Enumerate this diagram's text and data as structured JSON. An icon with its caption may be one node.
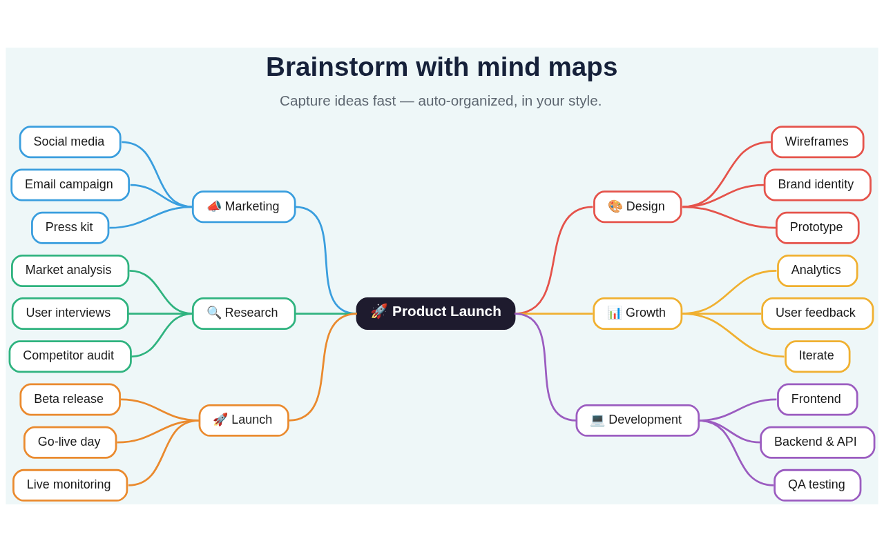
{
  "diagram": {
    "title": "Brainstorm with mind maps",
    "caption": "Capture ideas fast — auto-organized, in your style.",
    "nodes": [
      {
        "text": [
          "🚀 Product Launch"
        ]
      },
      {
        "text": [
          "📣 Marketing"
        ]
      },
      {
        "text": [
          "Social media"
        ]
      },
      {
        "text": [
          "Email campaign"
        ]
      },
      {
        "text": [
          "Press kit"
        ]
      },
      {
        "text": [
          "🔍 Research"
        ]
      },
      {
        "text": [
          "Market analysis"
        ]
      },
      {
        "text": [
          "User interviews"
        ]
      },
      {
        "text": [
          "Competitor audit"
        ]
      },
      {
        "text": [
          "🚀 Launch"
        ]
      },
      {
        "text": [
          "Beta release"
        ]
      },
      {
        "text": [
          "Go-live day"
        ]
      },
      {
        "text": [
          "Live monitoring"
        ]
      },
      {
        "text": [
          "🎨 Design"
        ]
      },
      {
        "text": [
          "Wireframes"
        ]
      },
      {
        "text": [
          "Brand identity"
        ]
      },
      {
        "text": [
          "Prototype"
        ]
      },
      {
        "text": [
          "📊 Growth"
        ]
      },
      {
        "text": [
          "Analytics"
        ]
      },
      {
        "text": [
          "User feedback"
        ]
      },
      {
        "text": [
          "Iterate"
        ]
      },
      {
        "text": [
          "💻 Development"
        ]
      },
      {
        "text": [
          "Frontend"
        ]
      },
      {
        "text": [
          "Backend & API"
        ]
      },
      {
        "text": [
          "QA testing"
        ]
      }
    ],
    "edges": [
      {
        "from": 1,
        "to": 0,
        "arrow": "none",
        "color": "#3a9ede"
      },
      {
        "from": 2,
        "to": 1,
        "arrow": "none",
        "color": "#3a9ede"
      },
      {
        "from": 3,
        "to": 1,
        "arrow": "none",
        "color": "#3a9ede"
      },
      {
        "from": 4,
        "to": 1,
        "arrow": "none",
        "color": "#3a9ede"
      },
      {
        "from": 5,
        "to": 0,
        "arrow": "none",
        "color": "#2fb37f"
      },
      {
        "from": 6,
        "to": 5,
        "arrow": "none",
        "color": "#2fb37f"
      },
      {
        "from": 7,
        "to": 5,
        "arrow": "none",
        "color": "#2fb37f"
      },
      {
        "from": 8,
        "to": 5,
        "arrow": "none",
        "color": "#2fb37f"
      },
      {
        "from": 9,
        "to": 0,
        "arrow": "none",
        "color": "#ea8a2e"
      },
      {
        "from": 10,
        "to": 9,
        "arrow": "none",
        "color": "#ea8a2e"
      },
      {
        "from": 11,
        "to": 9,
        "arrow": "none",
        "color": "#ea8a2e"
      },
      {
        "from": 12,
        "to": 9,
        "arrow": "none",
        "color": "#ea8a2e"
      },
      {
        "from": 0,
        "to": 13,
        "arrow": "none",
        "color": "#e5534b"
      },
      {
        "from": 13,
        "to": 14,
        "arrow": "none",
        "color": "#e5534b"
      },
      {
        "from": 13,
        "to": 15,
        "arrow": "none",
        "color": "#e5534b"
      },
      {
        "from": 13,
        "to": 16,
        "arrow": "none",
        "color": "#e5534b"
      },
      {
        "from": 0,
        "to": 17,
        "arrow": "none",
        "color": "#f0b030"
      },
      {
        "from": 17,
        "to": 18,
        "arrow": "none",
        "color": "#f0b030"
      },
      {
        "from": 17,
        "to": 19,
        "arrow": "none",
        "color": "#f0b030"
      },
      {
        "from": 17,
        "to": 20,
        "arrow": "none",
        "color": "#f0b030"
      },
      {
        "from": 0,
        "to": 21,
        "arrow": "none",
        "color": "#9b5cc0"
      },
      {
        "from": 21,
        "to": 22,
        "arrow": "none",
        "color": "#9b5cc0"
      },
      {
        "from": 21,
        "to": 23,
        "arrow": "none",
        "color": "#9b5cc0"
      },
      {
        "from": 21,
        "to": 24,
        "arrow": "none",
        "color": "#9b5cc0"
      }
    ]
  }
}
